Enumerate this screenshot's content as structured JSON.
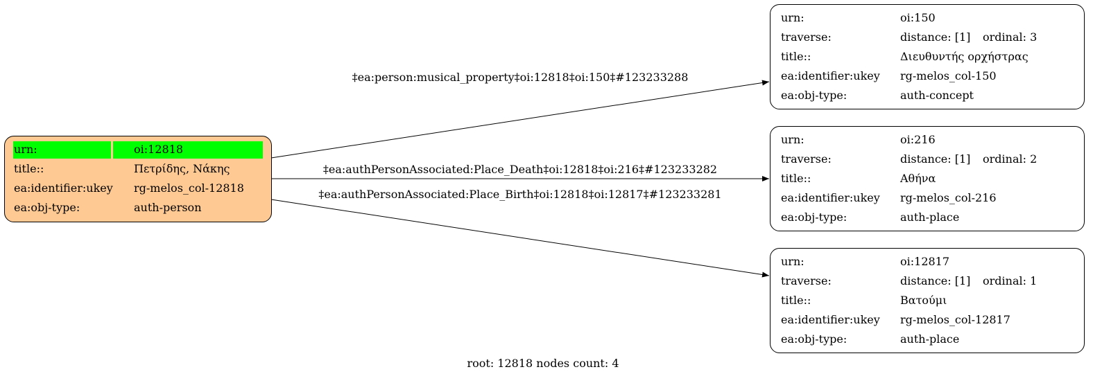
{
  "root_node": {
    "fill": "#ffc994",
    "highlight": "#00ff00",
    "rows": [
      {
        "key": "urn:",
        "value": "oi:12818"
      },
      {
        "key": "title::",
        "value": "Πετρίδης, Νάκης"
      },
      {
        "key": "ea:identifier:ukey",
        "value": "rg-melos_col-12818"
      },
      {
        "key": "ea:obj-type:",
        "value": "auth-person"
      }
    ]
  },
  "target_nodes": [
    {
      "urn": "oi:150",
      "distance": "distance: [1]",
      "ordinal": "ordinal: 3",
      "title": "Διευθυντής ορχήστρας",
      "ukey": "rg-melos_col-150",
      "obj_type": "auth-concept"
    },
    {
      "urn": "oi:216",
      "distance": "distance: [1]",
      "ordinal": "ordinal: 2",
      "title": "Αθήνα",
      "ukey": "rg-melos_col-216",
      "obj_type": "auth-place"
    },
    {
      "urn": "oi:12817",
      "distance": "distance: [1]",
      "ordinal": "ordinal: 1",
      "title": "Βατούμι",
      "ukey": "rg-melos_col-12817",
      "obj_type": "auth-place"
    }
  ],
  "row_keys": {
    "urn": "urn:",
    "traverse": "traverse:",
    "title": "title::",
    "ukey": "ea:identifier:ukey",
    "obj_type": "ea:obj-type:"
  },
  "edges": [
    {
      "label": "‡ea:person:musical_property‡oi:12818‡oi:150‡#123233288"
    },
    {
      "label": "‡ea:authPersonAssociated:Place_Death‡oi:12818‡oi:216‡#123233282"
    },
    {
      "label": "‡ea:authPersonAssociated:Place_Birth‡oi:12818‡oi:12817‡#123233281"
    }
  ],
  "footer": "root: 12818 nodes count: 4"
}
